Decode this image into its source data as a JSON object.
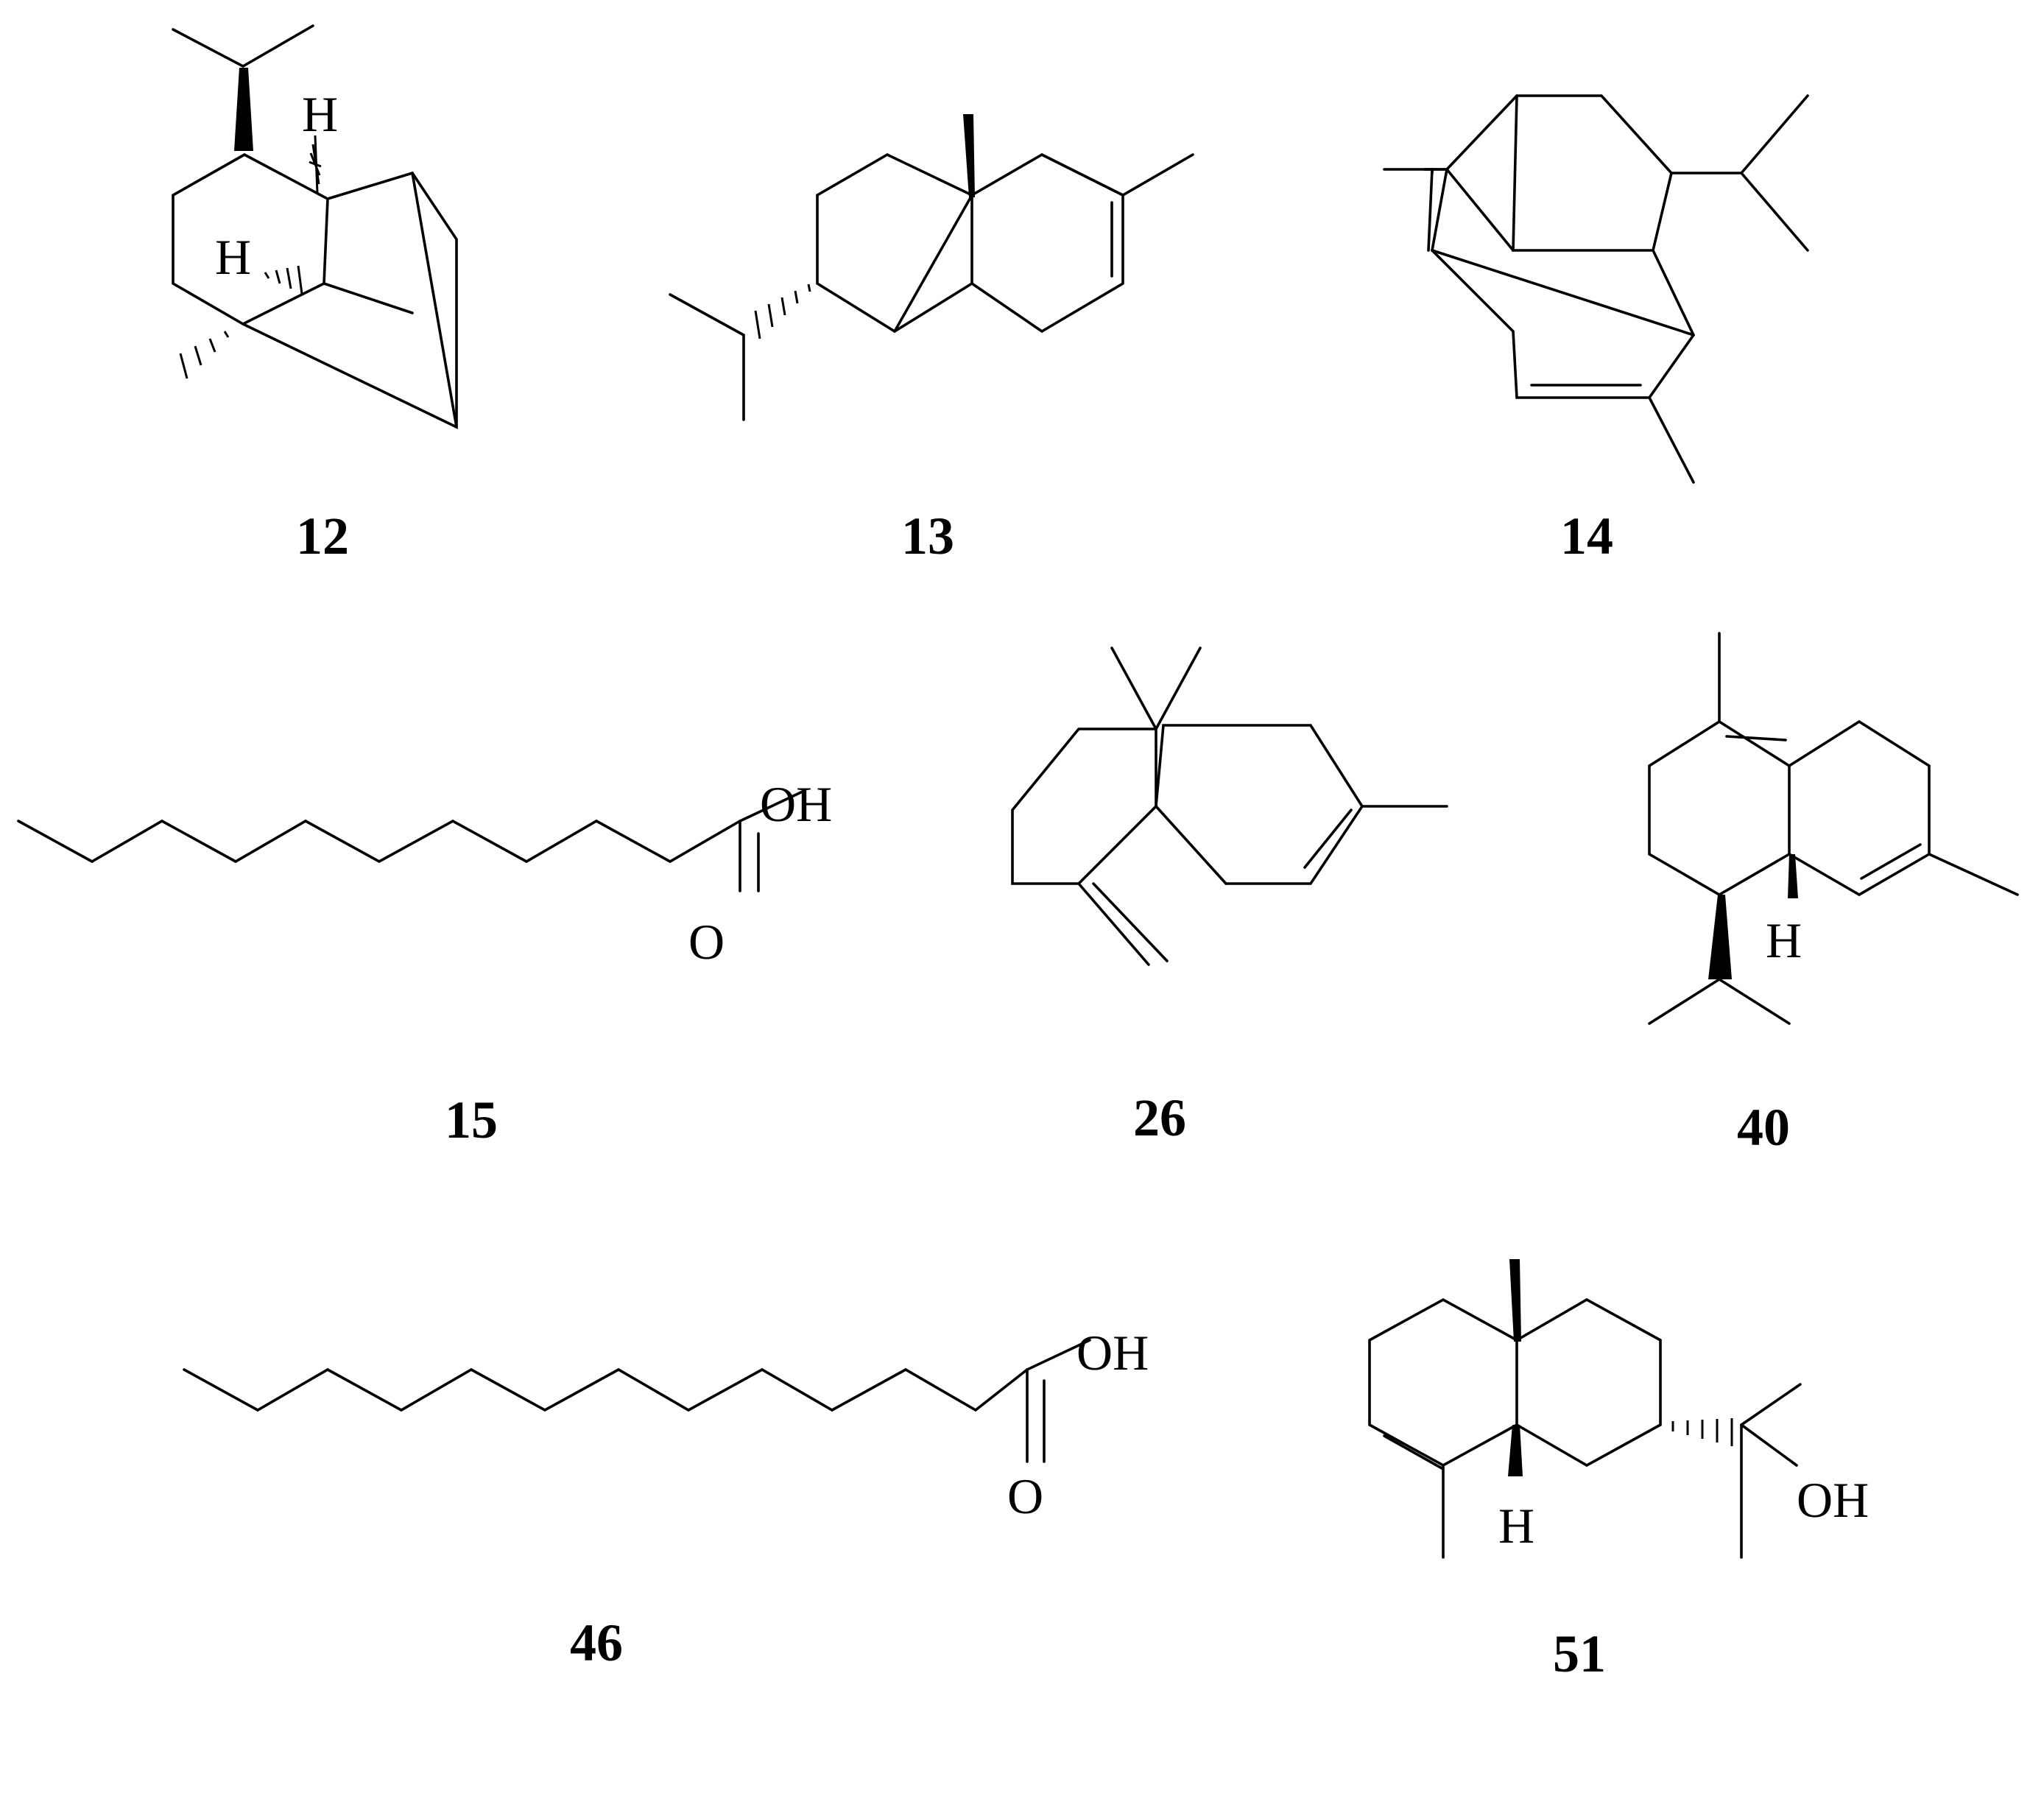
{
  "compounds": [
    {
      "id": "12",
      "atom_labels": [
        "H",
        "H"
      ]
    },
    {
      "id": "13",
      "atom_labels": []
    },
    {
      "id": "14",
      "atom_labels": []
    },
    {
      "id": "15",
      "atom_labels": [
        "OH",
        "O"
      ]
    },
    {
      "id": "26",
      "atom_labels": []
    },
    {
      "id": "40",
      "atom_labels": [
        "H"
      ]
    },
    {
      "id": "46",
      "atom_labels": [
        "OH",
        "O"
      ]
    },
    {
      "id": "51",
      "atom_labels": [
        "H",
        "OH"
      ]
    }
  ],
  "colors": {
    "line": "#000000",
    "background": "#ffffff"
  }
}
